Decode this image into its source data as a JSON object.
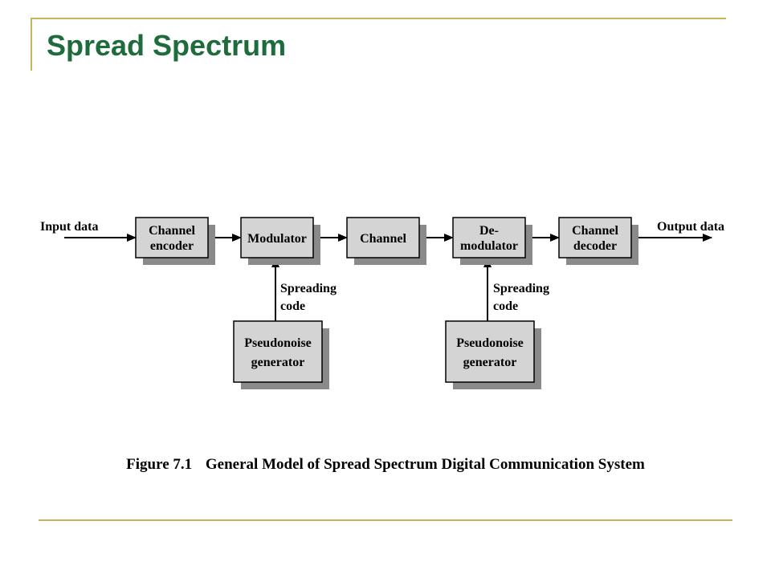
{
  "slide": {
    "title": "Spread Spectrum"
  },
  "diagram": {
    "input_label": "Input data",
    "output_label": "Output data",
    "blocks": {
      "channel_encoder": [
        "Channel",
        "encoder"
      ],
      "modulator": [
        "Modulator"
      ],
      "channel": [
        "Channel"
      ],
      "demodulator": [
        "De-",
        "modulator"
      ],
      "channel_decoder": [
        "Channel",
        "decoder"
      ],
      "pn_generator_tx": [
        "Pseudonoise",
        "generator"
      ],
      "pn_generator_rx": [
        "Pseudonoise",
        "generator"
      ]
    },
    "spreading_code_tx": [
      "Spreading",
      "code"
    ],
    "spreading_code_rx": [
      "Spreading",
      "code"
    ]
  },
  "caption": {
    "number": "Figure 7.1",
    "text": "General Model of Spread Spectrum Digital Communication System"
  },
  "colors": {
    "title": "#1e6b3c",
    "rule": "#c8b55a",
    "block_fill": "#d4d4d4",
    "block_shadow": "#8a8a8a"
  }
}
